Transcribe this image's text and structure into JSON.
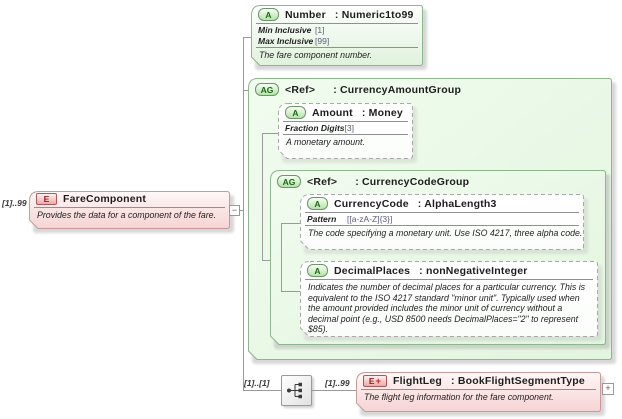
{
  "colors": {
    "group_border": "#8fb58f",
    "group_fill": "#e9f8e7",
    "attribute_box_border": "#a8a8a8",
    "element_border": "#c59b9b",
    "element_fill": "#f6d3d3",
    "attribute_badge_fill": "#b5e3a8",
    "element_badge_fill": "#efa8a8",
    "connector": "#9a9a9a"
  },
  "fare_component": {
    "cardinality": "[1]..99",
    "badge": "E",
    "name": "FareComponent",
    "annotation": "Provides the data for a component of the fare.",
    "collapse_glyph": "−"
  },
  "number": {
    "badge": "A",
    "name": "Number",
    "type": ": Numeric1to99",
    "facets": [
      {
        "label": "Min Inclusive",
        "value": "[1]"
      },
      {
        "label": "Max Inclusive",
        "value": "[99]"
      }
    ],
    "annotation": "The fare component number."
  },
  "currency_amount_group": {
    "badge": "AG",
    "ref": "<Ref>",
    "type": ": CurrencyAmountGroup"
  },
  "amount": {
    "badge": "A",
    "name": "Amount",
    "type": ": Money",
    "facets": [
      {
        "label": "Fraction Digits",
        "value": "[3]"
      }
    ],
    "annotation": "A monetary amount."
  },
  "currency_code_group": {
    "badge": "AG",
    "ref": "<Ref>",
    "type": ": CurrencyCodeGroup"
  },
  "currency_code": {
    "badge": "A",
    "name": "CurrencyCode",
    "type": ": AlphaLength3",
    "facets": [
      {
        "label": "Pattern",
        "value": "[[a-zA-Z]{3}]"
      }
    ],
    "annotation": "The code specifying a monetary unit. Use ISO 4217, three alpha code."
  },
  "decimal_places": {
    "badge": "A",
    "name": "DecimalPlaces",
    "type": ": nonNegativeInteger",
    "annotation": "Indicates the number of decimal places for a particular currency. This is equivalent to the ISO 4217 standard \"minor unit\". Typically used when the amount provided includes the minor unit of currency without a decimal point (e.g., USD 8500 needs DecimalPlaces=\"2\" to represent $85)."
  },
  "sequence": {
    "cardinality_left": "[1]..[1]",
    "cardinality_right": "[1]..99"
  },
  "flight_leg": {
    "badge": "E",
    "badge_plus": "+",
    "name": "FlightLeg",
    "type": ": BookFlightSegmentType",
    "annotation": "The flight leg information for the fare component.",
    "expand_glyph": "+"
  }
}
